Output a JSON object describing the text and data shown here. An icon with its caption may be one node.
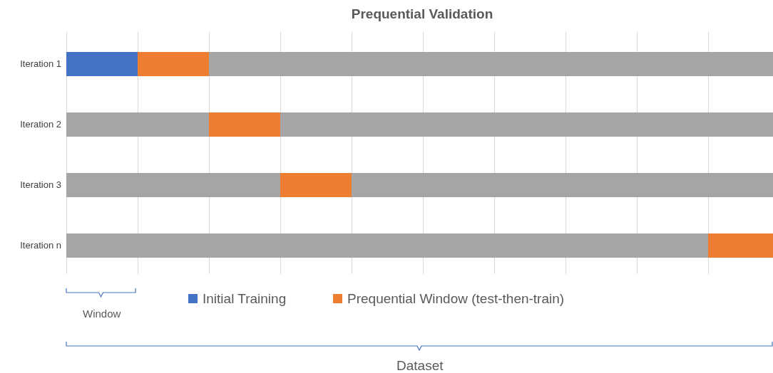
{
  "diagram": {
    "title": "Prequential Validation",
    "labels": [
      "Iteration 1",
      "Iteration 2",
      "Iteration 3",
      "Iteration n",
      "Window",
      "Dataset"
    ],
    "legend": [
      {
        "text": "Initial Training",
        "color": "#4472c4"
      },
      {
        "text": "Prequential Window (test-then-train)",
        "color": "#ed7d31"
      }
    ]
  }
}
